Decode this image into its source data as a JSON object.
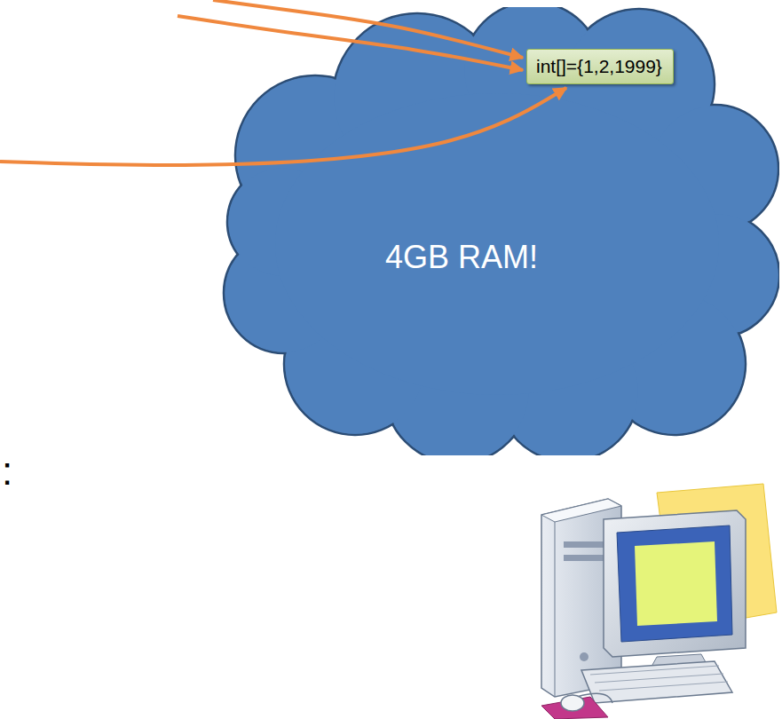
{
  "diagram": {
    "nodes": [
      {
        "text": [
          "4GB RAM!"
        ]
      },
      {
        "text": [
          "int[]={1,2,1999}"
        ],
        "in": 0
      }
    ],
    "edges": [],
    "labels": [
      ":"
    ]
  }
}
